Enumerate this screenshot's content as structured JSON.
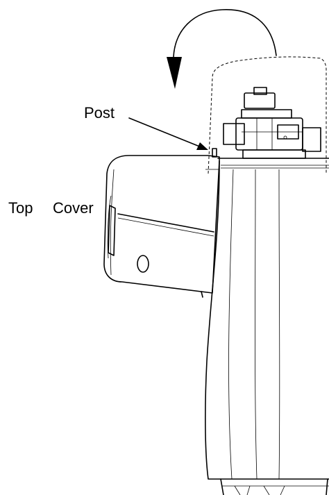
{
  "labels": {
    "post": "Post",
    "top": "Top",
    "cover": "Cover"
  }
}
